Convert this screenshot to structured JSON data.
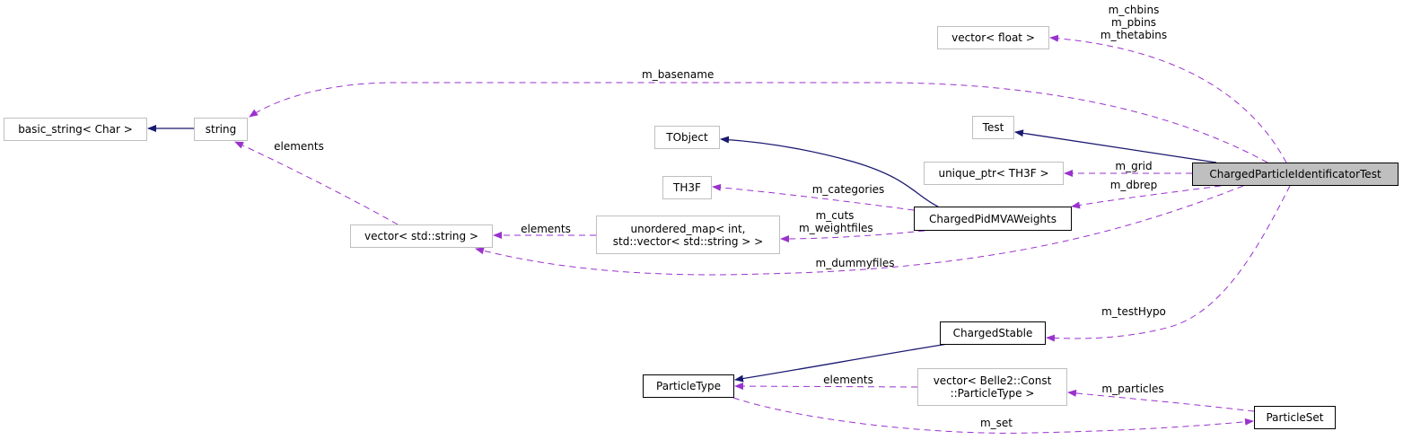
{
  "nodes": {
    "vector_float": "vector< float >",
    "basic_string": "basic_string< Char >",
    "string": "string",
    "tobject": "TObject",
    "test": "Test",
    "unique_ptr": "unique_ptr< TH3F >",
    "main": "ChargedParticleIdentificatorTest",
    "th3f": "TH3F",
    "mva_weights": "ChargedPidMVAWeights",
    "vector_string": "vector< std::string >",
    "unordered_map": "unordered_map< int,\nstd::vector< std::string > >",
    "charged_stable": "ChargedStable",
    "particle_type": "ParticleType",
    "vector_particletype": "vector< Belle2::Const\n::ParticleType >",
    "particle_set": "ParticleSet"
  },
  "edge_labels": {
    "bins": "m_chbins\nm_pbins\nm_thetabins",
    "basename": "m_basename",
    "string_elements": "elements",
    "grid": "m_grid",
    "dbrep": "m_dbrep",
    "categories": "m_categories",
    "cuts": "m_cuts\nm_weightfiles",
    "map_elements": "elements",
    "dummyfiles": "m_dummyfiles",
    "testhypo": "m_testHypo",
    "pt_elements": "elements",
    "particles": "m_particles",
    "set": "m_set"
  },
  "colors": {
    "usage_edge": "#9a32cd",
    "inheritance_edge": "#191970",
    "main_node_fill": "#bfbfbf"
  }
}
